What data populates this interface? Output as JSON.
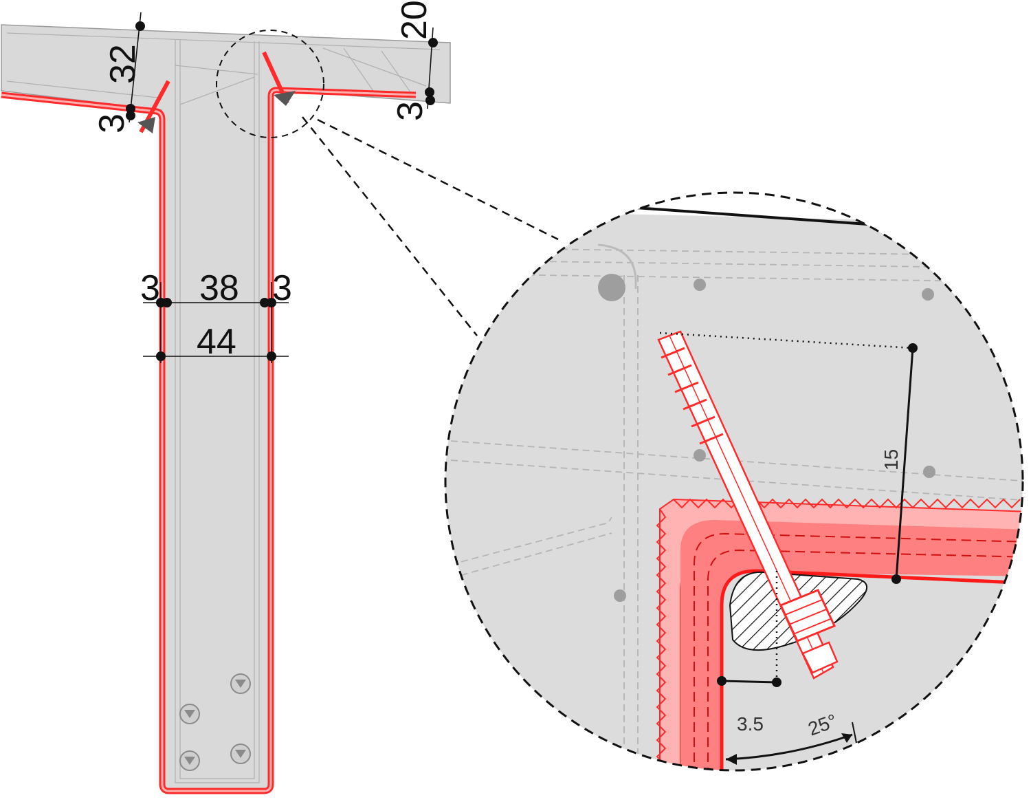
{
  "dimensions": {
    "flange_total_depth": "32",
    "flange_edge_depth": "20",
    "frp_thickness_left": "3",
    "frp_thickness_right": "3",
    "web_frp_left": "3",
    "web_width": "38",
    "web_frp_right": "3",
    "total_width": "44"
  },
  "detail": {
    "anchor_embed_depth": "15",
    "anchor_edge_offset": "3.5",
    "anchor_angle": "25°"
  },
  "colors": {
    "concrete": "#d9d9d9",
    "frp": "#ff2a2a",
    "frp_light": "#ff9a9a",
    "dimension": "#111111"
  }
}
